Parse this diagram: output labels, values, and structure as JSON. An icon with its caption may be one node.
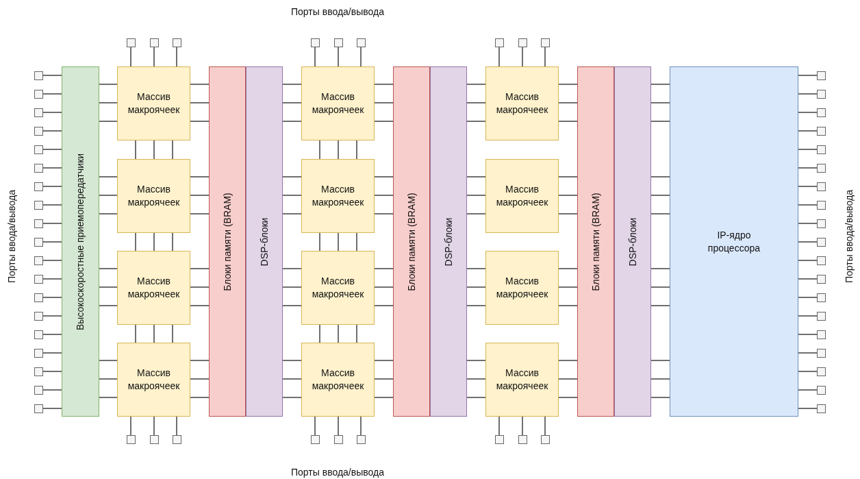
{
  "diagram": {
    "nodes": [
      {
        "text": [
          "Высокоскоростные приемопередатчики"
        ]
      },
      {
        "text": [
          "Массив макроячеек"
        ]
      },
      {
        "text": [
          "Массив макроячеек"
        ]
      },
      {
        "text": [
          "Массив макроячеек"
        ]
      },
      {
        "text": [
          "Массив макроячеек"
        ]
      },
      {
        "text": [
          "Блоки памяти (BRAM)"
        ]
      },
      {
        "text": [
          "DSP-блоки"
        ]
      },
      {
        "text": [
          "Массив макроячеек"
        ]
      },
      {
        "text": [
          "Массив макроячеек"
        ]
      },
      {
        "text": [
          "Массив макроячеек"
        ]
      },
      {
        "text": [
          "Массив макроячеек"
        ]
      },
      {
        "text": [
          "Блоки памяти (BRAM)"
        ]
      },
      {
        "text": [
          "DSP-блоки"
        ]
      },
      {
        "text": [
          "Массив макроячеек"
        ]
      },
      {
        "text": [
          "Массив макроячеек"
        ]
      },
      {
        "text": [
          "Массив макроячеек"
        ]
      },
      {
        "text": [
          "Массив макроячеек"
        ]
      },
      {
        "text": [
          "Блоки памяти (BRAM)"
        ]
      },
      {
        "text": [
          "DSP-блоки"
        ]
      },
      {
        "text": [
          "IP-ядро процессора"
        ]
      },
      {
        "text": [],
        "shape": "box"
      },
      {
        "text": [],
        "shape": "box"
      },
      {
        "text": [],
        "shape": "box"
      },
      {
        "text": [],
        "shape": "box"
      },
      {
        "text": [],
        "shape": "box"
      },
      {
        "text": [],
        "shape": "box"
      },
      {
        "text": [],
        "shape": "box"
      },
      {
        "text": [],
        "shape": "box"
      },
      {
        "text": [],
        "shape": "box"
      },
      {
        "text": [],
        "shape": "box"
      },
      {
        "text": [],
        "shape": "box"
      },
      {
        "text": [],
        "shape": "box"
      },
      {
        "text": [],
        "shape": "box"
      },
      {
        "text": [],
        "shape": "box"
      },
      {
        "text": [],
        "shape": "box"
      },
      {
        "text": [],
        "shape": "box"
      },
      {
        "text": [],
        "shape": "box"
      },
      {
        "text": [],
        "shape": "box"
      },
      {
        "text": [],
        "shape": "box"
      },
      {
        "text": [],
        "shape": "box"
      },
      {
        "text": [],
        "shape": "box"
      },
      {
        "text": [],
        "shape": "box"
      },
      {
        "text": [],
        "shape": "box"
      },
      {
        "text": [],
        "shape": "box"
      },
      {
        "text": [],
        "shape": "box"
      },
      {
        "text": [],
        "shape": "box"
      },
      {
        "text": [],
        "shape": "box"
      },
      {
        "text": [],
        "shape": "box"
      },
      {
        "text": [],
        "shape": "box"
      },
      {
        "text": [],
        "shape": "box"
      },
      {
        "text": [],
        "shape": "box"
      },
      {
        "text": [],
        "shape": "box"
      },
      {
        "text": [],
        "shape": "box"
      },
      {
        "text": [],
        "shape": "box"
      },
      {
        "text": [],
        "shape": "box"
      },
      {
        "text": [],
        "shape": "box"
      },
      {
        "text": [],
        "shape": "box"
      },
      {
        "text": [],
        "shape": "box"
      },
      {
        "text": [],
        "shape": "box"
      },
      {
        "text": [],
        "shape": "box"
      },
      {
        "text": [],
        "shape": "box"
      },
      {
        "text": [],
        "shape": "box"
      },
      {
        "text": [],
        "shape": "box"
      },
      {
        "text": [],
        "shape": "box"
      },
      {
        "text": [],
        "shape": "box"
      },
      {
        "text": [],
        "shape": "box"
      },
      {
        "text": [],
        "shape": "box"
      },
      {
        "text": [],
        "shape": "box"
      },
      {
        "text": [],
        "shape": "box"
      },
      {
        "text": [],
        "shape": "box"
      },
      {
        "text": [],
        "shape": "box"
      },
      {
        "text": [],
        "shape": "box"
      },
      {
        "text": [],
        "shape": "box"
      },
      {
        "text": [],
        "shape": "box"
      },
      {
        "text": [],
        "shape": "box"
      },
      {
        "text": [],
        "shape": "box"
      }
    ],
    "edges": [
      {
        "from": 20,
        "to": 0,
        "arrow": "none"
      },
      {
        "from": 21,
        "to": 0,
        "arrow": "none"
      },
      {
        "from": 22,
        "to": 0,
        "arrow": "none"
      },
      {
        "from": 23,
        "to": 0,
        "arrow": "none"
      },
      {
        "from": 24,
        "to": 0,
        "arrow": "none"
      },
      {
        "from": 25,
        "to": 0,
        "arrow": "none"
      },
      {
        "from": 26,
        "to": 0,
        "arrow": "none"
      },
      {
        "from": 27,
        "to": 0,
        "arrow": "none"
      },
      {
        "from": 28,
        "to": 0,
        "arrow": "none"
      },
      {
        "from": 29,
        "to": 0,
        "arrow": "none"
      },
      {
        "from": 30,
        "to": 0,
        "arrow": "none"
      },
      {
        "from": 31,
        "to": 0,
        "arrow": "none"
      },
      {
        "from": 32,
        "to": 0,
        "arrow": "none"
      },
      {
        "from": 33,
        "to": 0,
        "arrow": "none"
      },
      {
        "from": 34,
        "to": 0,
        "arrow": "none"
      },
      {
        "from": 35,
        "to": 0,
        "arrow": "none"
      },
      {
        "from": 36,
        "to": 0,
        "arrow": "none"
      },
      {
        "from": 37,
        "to": 0,
        "arrow": "none"
      },
      {
        "from": 38,
        "to": 0,
        "arrow": "none"
      },
      {
        "from": 0,
        "to": 1,
        "arrow": "none"
      },
      {
        "from": 0,
        "to": 1,
        "arrow": "none"
      },
      {
        "from": 0,
        "to": 1,
        "arrow": "none"
      },
      {
        "from": 0,
        "to": 2,
        "arrow": "none"
      },
      {
        "from": 0,
        "to": 2,
        "arrow": "none"
      },
      {
        "from": 0,
        "to": 2,
        "arrow": "none"
      },
      {
        "from": 0,
        "to": 3,
        "arrow": "none"
      },
      {
        "from": 0,
        "to": 3,
        "arrow": "none"
      },
      {
        "from": 0,
        "to": 3,
        "arrow": "none"
      },
      {
        "from": 0,
        "to": 4,
        "arrow": "none"
      },
      {
        "from": 0,
        "to": 4,
        "arrow": "none"
      },
      {
        "from": 0,
        "to": 4,
        "arrow": "none"
      },
      {
        "from": 1,
        "to": 5,
        "arrow": "none"
      },
      {
        "from": 1,
        "to": 5,
        "arrow": "none"
      },
      {
        "from": 1,
        "to": 5,
        "arrow": "none"
      },
      {
        "from": 2,
        "to": 5,
        "arrow": "none"
      },
      {
        "from": 2,
        "to": 5,
        "arrow": "none"
      },
      {
        "from": 2,
        "to": 5,
        "arrow": "none"
      },
      {
        "from": 3,
        "to": 5,
        "arrow": "none"
      },
      {
        "from": 3,
        "to": 5,
        "arrow": "none"
      },
      {
        "from": 3,
        "to": 5,
        "arrow": "none"
      },
      {
        "from": 4,
        "to": 5,
        "arrow": "none"
      },
      {
        "from": 4,
        "to": 5,
        "arrow": "none"
      },
      {
        "from": 4,
        "to": 5,
        "arrow": "none"
      },
      {
        "from": 1,
        "to": 2,
        "arrow": "none"
      },
      {
        "from": 1,
        "to": 2,
        "arrow": "none"
      },
      {
        "from": 1,
        "to": 2,
        "arrow": "none"
      },
      {
        "from": 2,
        "to": 3,
        "arrow": "none"
      },
      {
        "from": 2,
        "to": 3,
        "arrow": "none"
      },
      {
        "from": 2,
        "to": 3,
        "arrow": "none"
      },
      {
        "from": 3,
        "to": 4,
        "arrow": "none"
      },
      {
        "from": 3,
        "to": 4,
        "arrow": "none"
      },
      {
        "from": 3,
        "to": 4,
        "arrow": "none"
      },
      {
        "from": 58,
        "to": 1,
        "arrow": "none"
      },
      {
        "from": 59,
        "to": 1,
        "arrow": "none"
      },
      {
        "from": 60,
        "to": 1,
        "arrow": "none"
      },
      {
        "from": 4,
        "to": 67,
        "arrow": "none"
      },
      {
        "from": 4,
        "to": 68,
        "arrow": "none"
      },
      {
        "from": 4,
        "to": 69,
        "arrow": "none"
      },
      {
        "from": 6,
        "to": 7,
        "arrow": "none"
      },
      {
        "from": 6,
        "to": 7,
        "arrow": "none"
      },
      {
        "from": 6,
        "to": 7,
        "arrow": "none"
      },
      {
        "from": 6,
        "to": 8,
        "arrow": "none"
      },
      {
        "from": 6,
        "to": 8,
        "arrow": "none"
      },
      {
        "from": 6,
        "to": 8,
        "arrow": "none"
      },
      {
        "from": 6,
        "to": 9,
        "arrow": "none"
      },
      {
        "from": 6,
        "to": 9,
        "arrow": "none"
      },
      {
        "from": 6,
        "to": 9,
        "arrow": "none"
      },
      {
        "from": 6,
        "to": 10,
        "arrow": "none"
      },
      {
        "from": 6,
        "to": 10,
        "arrow": "none"
      },
      {
        "from": 6,
        "to": 10,
        "arrow": "none"
      },
      {
        "from": 7,
        "to": 11,
        "arrow": "none"
      },
      {
        "from": 7,
        "to": 11,
        "arrow": "none"
      },
      {
        "from": 7,
        "to": 11,
        "arrow": "none"
      },
      {
        "from": 8,
        "to": 11,
        "arrow": "none"
      },
      {
        "from": 8,
        "to": 11,
        "arrow": "none"
      },
      {
        "from": 8,
        "to": 11,
        "arrow": "none"
      },
      {
        "from": 9,
        "to": 11,
        "arrow": "none"
      },
      {
        "from": 9,
        "to": 11,
        "arrow": "none"
      },
      {
        "from": 9,
        "to": 11,
        "arrow": "none"
      },
      {
        "from": 10,
        "to": 11,
        "arrow": "none"
      },
      {
        "from": 10,
        "to": 11,
        "arrow": "none"
      },
      {
        "from": 10,
        "to": 11,
        "arrow": "none"
      },
      {
        "from": 7,
        "to": 8,
        "arrow": "none"
      },
      {
        "from": 7,
        "to": 8,
        "arrow": "none"
      },
      {
        "from": 7,
        "to": 8,
        "arrow": "none"
      },
      {
        "from": 8,
        "to": 9,
        "arrow": "none"
      },
      {
        "from": 8,
        "to": 9,
        "arrow": "none"
      },
      {
        "from": 8,
        "to": 9,
        "arrow": "none"
      },
      {
        "from": 9,
        "to": 10,
        "arrow": "none"
      },
      {
        "from": 9,
        "to": 10,
        "arrow": "none"
      },
      {
        "from": 9,
        "to": 10,
        "arrow": "none"
      },
      {
        "from": 61,
        "to": 7,
        "arrow": "none"
      },
      {
        "from": 62,
        "to": 7,
        "arrow": "none"
      },
      {
        "from": 63,
        "to": 7,
        "arrow": "none"
      },
      {
        "from": 10,
        "to": 70,
        "arrow": "none"
      },
      {
        "from": 10,
        "to": 71,
        "arrow": "none"
      },
      {
        "from": 10,
        "to": 72,
        "arrow": "none"
      },
      {
        "from": 12,
        "to": 13,
        "arrow": "none"
      },
      {
        "from": 12,
        "to": 13,
        "arrow": "none"
      },
      {
        "from": 12,
        "to": 13,
        "arrow": "none"
      },
      {
        "from": 12,
        "to": 14,
        "arrow": "none"
      },
      {
        "from": 12,
        "to": 14,
        "arrow": "none"
      },
      {
        "from": 12,
        "to": 14,
        "arrow": "none"
      },
      {
        "from": 12,
        "to": 15,
        "arrow": "none"
      },
      {
        "from": 12,
        "to": 15,
        "arrow": "none"
      },
      {
        "from": 12,
        "to": 15,
        "arrow": "none"
      },
      {
        "from": 12,
        "to": 16,
        "arrow": "none"
      },
      {
        "from": 12,
        "to": 16,
        "arrow": "none"
      },
      {
        "from": 12,
        "to": 16,
        "arrow": "none"
      },
      {
        "from": 13,
        "to": 17,
        "arrow": "none"
      },
      {
        "from": 13,
        "to": 17,
        "arrow": "none"
      },
      {
        "from": 13,
        "to": 17,
        "arrow": "none"
      },
      {
        "from": 14,
        "to": 17,
        "arrow": "none"
      },
      {
        "from": 14,
        "to": 17,
        "arrow": "none"
      },
      {
        "from": 14,
        "to": 17,
        "arrow": "none"
      },
      {
        "from": 15,
        "to": 17,
        "arrow": "none"
      },
      {
        "from": 15,
        "to": 17,
        "arrow": "none"
      },
      {
        "from": 15,
        "to": 17,
        "arrow": "none"
      },
      {
        "from": 16,
        "to": 17,
        "arrow": "none"
      },
      {
        "from": 16,
        "to": 17,
        "arrow": "none"
      },
      {
        "from": 16,
        "to": 17,
        "arrow": "none"
      },
      {
        "from": 64,
        "to": 13,
        "arrow": "none"
      },
      {
        "from": 65,
        "to": 13,
        "arrow": "none"
      },
      {
        "from": 66,
        "to": 13,
        "arrow": "none"
      },
      {
        "from": 16,
        "to": 73,
        "arrow": "none"
      },
      {
        "from": 16,
        "to": 74,
        "arrow": "none"
      },
      {
        "from": 16,
        "to": 75,
        "arrow": "none"
      },
      {
        "from": 18,
        "to": 19,
        "arrow": "none"
      },
      {
        "from": 18,
        "to": 19,
        "arrow": "none"
      },
      {
        "from": 18,
        "to": 19,
        "arrow": "none"
      },
      {
        "from": 18,
        "to": 19,
        "arrow": "none"
      },
      {
        "from": 18,
        "to": 19,
        "arrow": "none"
      },
      {
        "from": 18,
        "to": 19,
        "arrow": "none"
      },
      {
        "from": 18,
        "to": 19,
        "arrow": "none"
      },
      {
        "from": 18,
        "to": 19,
        "arrow": "none"
      },
      {
        "from": 18,
        "to": 19,
        "arrow": "none"
      },
      {
        "from": 18,
        "to": 19,
        "arrow": "none"
      },
      {
        "from": 18,
        "to": 19,
        "arrow": "none"
      },
      {
        "from": 18,
        "to": 19,
        "arrow": "none"
      },
      {
        "from": 19,
        "to": 39,
        "arrow": "none"
      },
      {
        "from": 19,
        "to": 40,
        "arrow": "none"
      },
      {
        "from": 19,
        "to": 41,
        "arrow": "none"
      },
      {
        "from": 19,
        "to": 42,
        "arrow": "none"
      },
      {
        "from": 19,
        "to": 43,
        "arrow": "none"
      },
      {
        "from": 19,
        "to": 44,
        "arrow": "none"
      },
      {
        "from": 19,
        "to": 45,
        "arrow": "none"
      },
      {
        "from": 19,
        "to": 46,
        "arrow": "none"
      },
      {
        "from": 19,
        "to": 47,
        "arrow": "none"
      },
      {
        "from": 19,
        "to": 48,
        "arrow": "none"
      },
      {
        "from": 19,
        "to": 49,
        "arrow": "none"
      },
      {
        "from": 19,
        "to": 50,
        "arrow": "none"
      },
      {
        "from": 19,
        "to": 51,
        "arrow": "none"
      },
      {
        "from": 19,
        "to": 52,
        "arrow": "none"
      },
      {
        "from": 19,
        "to": 53,
        "arrow": "none"
      },
      {
        "from": 19,
        "to": 54,
        "arrow": "none"
      },
      {
        "from": 19,
        "to": 55,
        "arrow": "none"
      },
      {
        "from": 19,
        "to": 56,
        "arrow": "none"
      },
      {
        "from": 19,
        "to": 57,
        "arrow": "none"
      }
    ],
    "labels": [
      "Порты ввода/вывода",
      "Порты ввода/вывода",
      "Порты ввода/вывода",
      "Порты ввода/вывода"
    ]
  }
}
